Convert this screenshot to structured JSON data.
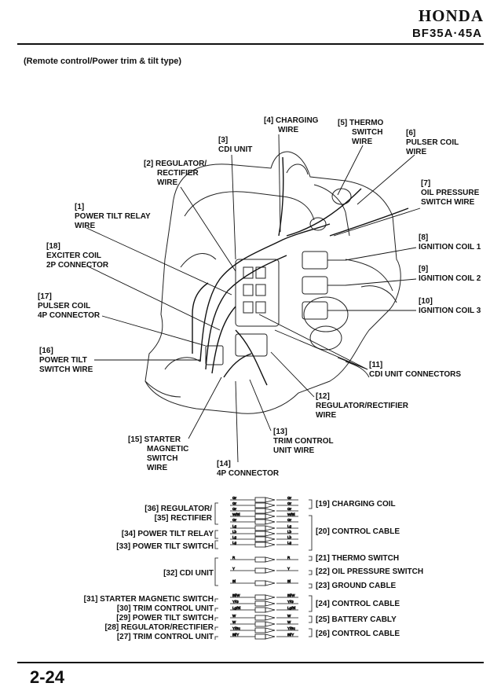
{
  "header": {
    "brand": "HONDA",
    "model": "BF35A·45A"
  },
  "subtitle": "(Remote control/Power trim & tilt type)",
  "callouts": {
    "c1": [
      "[1]",
      "POWER TILT RELAY",
      "WIRE"
    ],
    "c2": [
      "[2] REGULATOR/",
      "RECTIFIER",
      "WIRE"
    ],
    "c3": [
      "[3]",
      "CDI UNIT"
    ],
    "c4": [
      "[4] CHARGING",
      "WIRE"
    ],
    "c5": [
      "[5] THERMO",
      "SWITCH",
      "WIRE"
    ],
    "c6": [
      "[6]",
      "PULSER COIL",
      "WIRE"
    ],
    "c7": [
      "[7]",
      "OIL PRESSURE",
      "SWITCH WIRE"
    ],
    "c8": [
      "[8]",
      "IGNITION COIL 1"
    ],
    "c9": [
      "[9]",
      "IGNITION COIL 2"
    ],
    "c10": [
      "[10]",
      "IGNITION COIL 3"
    ],
    "c11": [
      "[11]",
      "CDI UNIT CONNECTORS"
    ],
    "c12": [
      "[12]",
      "REGULATOR/RECTIFIER",
      "WIRE"
    ],
    "c13": [
      "[13]",
      "TRIM CONTROL",
      "UNIT WIRE"
    ],
    "c14": [
      "[14]",
      "4P CONNECTOR"
    ],
    "c15": [
      "[15] STARTER",
      "MAGNETIC",
      "SWITCH",
      "WIRE"
    ],
    "c16": [
      "[16]",
      "POWER TILT",
      "SWITCH WIRE"
    ],
    "c17": [
      "[17]",
      "PULSER COIL",
      "4P CONNECTOR"
    ],
    "c18": [
      "[18]",
      "EXCITER COIL",
      "2P CONNECTOR"
    ]
  },
  "legend_left": {
    "l36": "[36] REGULATOR/",
    "l35": "[35] RECTIFIER",
    "l34": "[34] POWER TILT RELAY",
    "l33": "[33] POWER TILT SWITCH",
    "l32": "[32] CDI UNIT",
    "l31": "[31] STARTER MAGNETIC SWITCH",
    "l30": "[30] TRIM CONTROL UNIT",
    "l29": "[29] POWER TILT SWITCH",
    "l28": "[28] REGULATOR/RECTIFIER",
    "l27": "[27] TRIM CONTROL UNIT"
  },
  "legend_right": {
    "r19": "[19] CHARGING COIL",
    "r20": "[20] CONTROL CABLE",
    "r21": "[21] THERMO SWITCH",
    "r22": "[22] OIL PRESSURE SWITCH",
    "r23": "[23] GROUND CABLE",
    "r24": "[24] CONTROL CABLE",
    "r25": "[25] BATTERY CABLY",
    "r26": "[26] CONTROL CABLE"
  },
  "wire_codes": {
    "w1": [
      "Gr",
      "Gr",
      "Gr",
      "Gr"
    ],
    "w2": [
      "W/Bl",
      "W/Bl"
    ],
    "w3": [
      "Gr",
      "Gr"
    ],
    "w4": [
      "Lg",
      "Lg"
    ],
    "w5": [
      "Lb",
      "Lb"
    ],
    "w6": [
      "Lg",
      "Lb"
    ],
    "w7": [
      "R",
      "R"
    ],
    "w8": [
      "Y",
      "Y"
    ],
    "w9": [
      "Bl",
      "Bl"
    ],
    "w10": [
      "Bl/W",
      "Bl/W"
    ],
    "w11": [
      "Y/G",
      "Y/G"
    ],
    "w12": [
      "Lg/Bl",
      "Lg/Bl"
    ],
    "w13": [
      "W",
      "W"
    ],
    "w14": [
      "Y/Bu",
      "Y/Bu"
    ],
    "w15": [
      "Bl/Y",
      "Bl/Y"
    ]
  },
  "footer": {
    "page": "2-24"
  }
}
